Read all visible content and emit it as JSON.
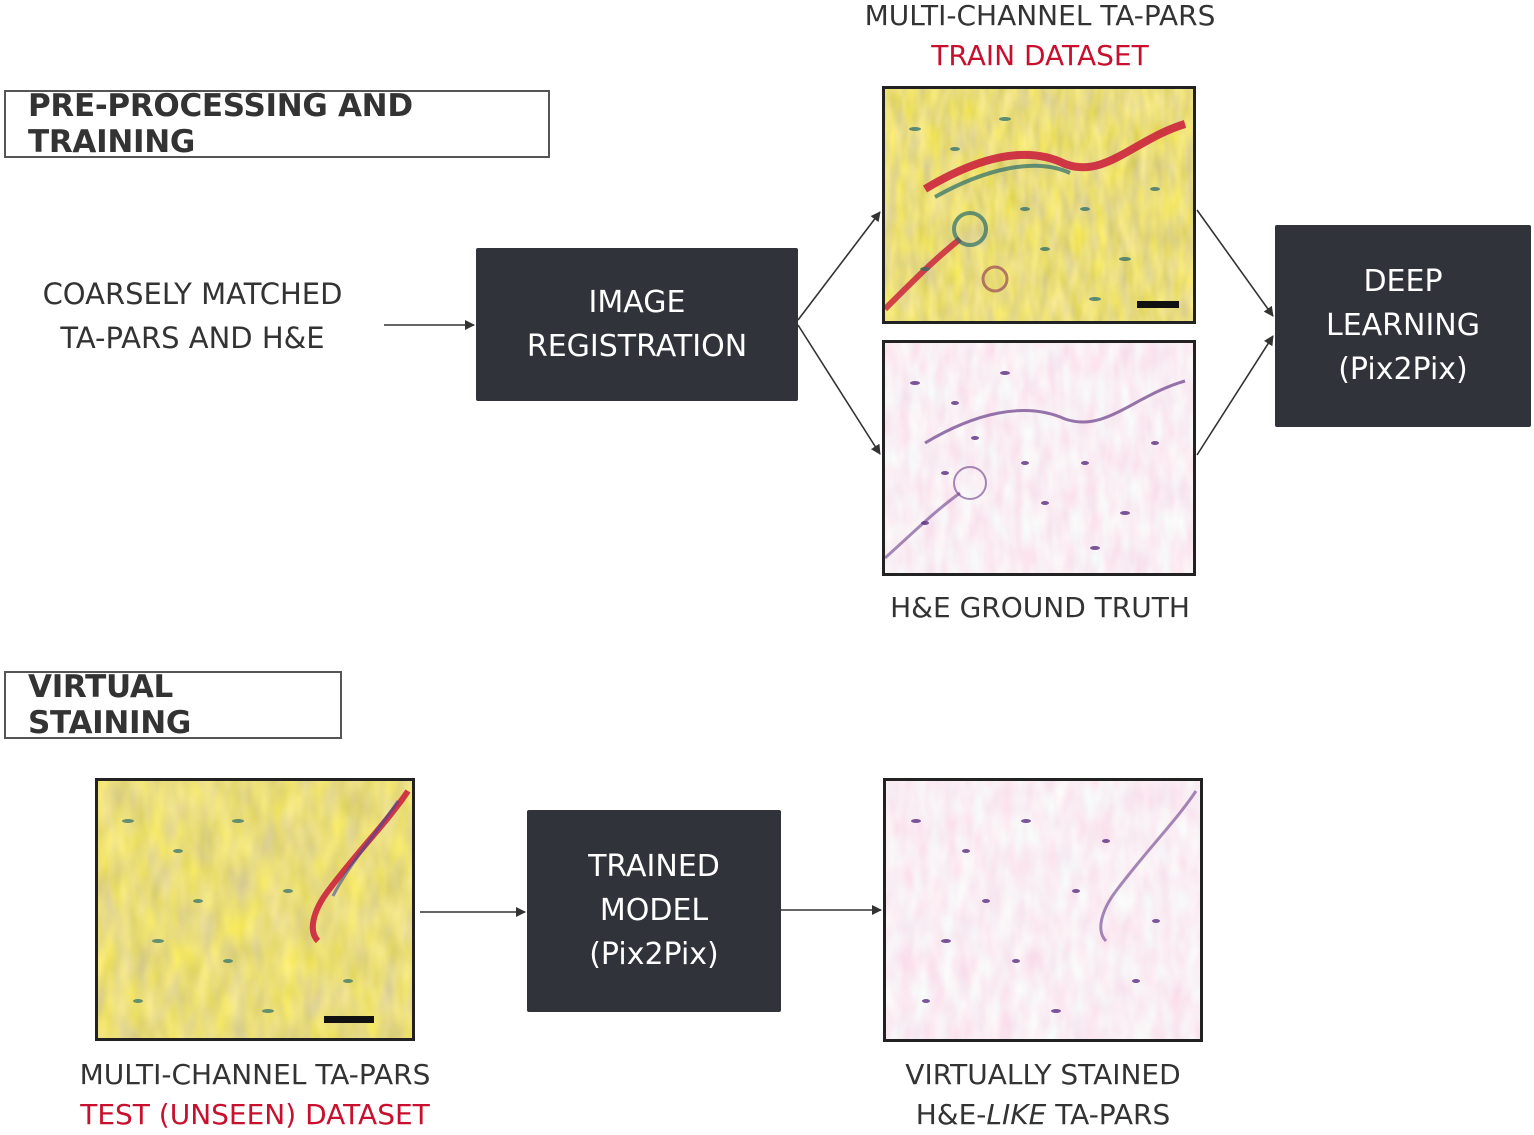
{
  "sections": {
    "training": "PRE-PROCESSING AND TRAINING",
    "staining": "VIRTUAL STAINING"
  },
  "training": {
    "input_label": [
      "COARSELY MATCHED",
      "TA-PARS AND H&E"
    ],
    "registration_box": [
      "IMAGE",
      "REGISTRATION"
    ],
    "dataset_label": [
      "MULTI-CHANNEL TA-PARS",
      "TRAIN DATASET"
    ],
    "ground_truth_label": "H&E GROUND TRUTH",
    "deep_learning_box": [
      "DEEP",
      "LEARNING",
      "(Pix2Pix)"
    ]
  },
  "staining": {
    "trained_model_box": [
      "TRAINED",
      "MODEL",
      "(Pix2Pix)"
    ],
    "test_label": [
      "MULTI-CHANNEL TA-PARS",
      "TEST (UNSEEN) DATASET"
    ],
    "output_label": [
      "VIRTUALLY STAINED",
      "H&E-",
      "LIKE",
      " TA-PARS"
    ]
  },
  "colors": {
    "dark_box": "#30333a",
    "highlight": "#c8102e",
    "tapars_yellow": "#e8d44a",
    "he_pink": "#f2c4da",
    "nuclei_purple": "#6a3d8a"
  }
}
